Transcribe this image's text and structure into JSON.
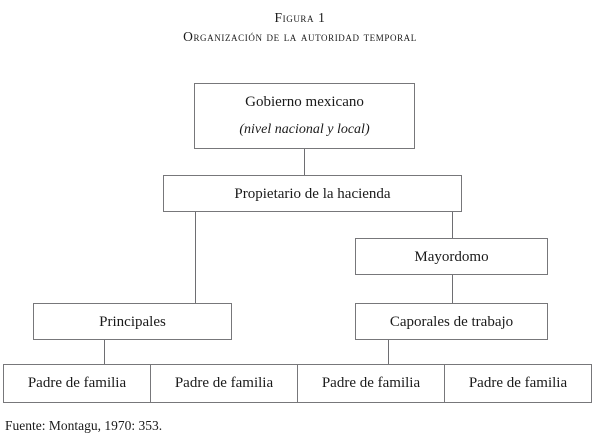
{
  "figure": {
    "title_line1": "Figura 1",
    "title_line2": "Organización de la autoridad temporal",
    "source": "Fuente: Montagu, 1970: 353."
  },
  "nodes": {
    "gobierno": {
      "label": "Gobierno mexicano",
      "sublabel": "(nivel nacional y local)"
    },
    "propietario": {
      "label": "Propietario de la hacienda"
    },
    "mayordomo": {
      "label": "Mayordomo"
    },
    "principales": {
      "label": "Principales"
    },
    "caporales": {
      "label": "Caporales de trabajo"
    }
  },
  "bottom_row": {
    "cells": [
      {
        "label": "Padre de familia"
      },
      {
        "label": "Padre de familia"
      },
      {
        "label": "Padre de familia"
      },
      {
        "label": "Padre de familia"
      }
    ]
  },
  "chart_data": {
    "type": "diagram",
    "diagram_kind": "organizational-hierarchy",
    "title": "Figura 1 — Organización de la autoridad temporal",
    "source": "Fuente: Montagu, 1970: 353.",
    "nodes": [
      {
        "id": "gobierno",
        "label": "Gobierno mexicano",
        "sublabel": "(nivel nacional y local)",
        "level": 0
      },
      {
        "id": "propietario",
        "label": "Propietario de la hacienda",
        "level": 1
      },
      {
        "id": "mayordomo",
        "label": "Mayordomo",
        "level": 2
      },
      {
        "id": "principales",
        "label": "Principales",
        "level": 3
      },
      {
        "id": "caporales",
        "label": "Caporales de trabajo",
        "level": 3
      },
      {
        "id": "padre-1",
        "label": "Padre de familia",
        "level": 4
      },
      {
        "id": "padre-2",
        "label": "Padre de familia",
        "level": 4
      },
      {
        "id": "padre-3",
        "label": "Padre de familia",
        "level": 4
      },
      {
        "id": "padre-4",
        "label": "Padre de familia",
        "level": 4
      }
    ],
    "edges": [
      {
        "from": "gobierno",
        "to": "propietario"
      },
      {
        "from": "propietario",
        "to": "principales"
      },
      {
        "from": "propietario",
        "to": "mayordomo"
      },
      {
        "from": "mayordomo",
        "to": "caporales"
      },
      {
        "from": "principales",
        "to": "padre-1"
      },
      {
        "from": "caporales",
        "to": "padre-3"
      }
    ],
    "colors": {
      "box_border": "#77777a",
      "connector": "#6e6e72",
      "text": "#1a1a1a",
      "background": "#ffffff"
    }
  }
}
